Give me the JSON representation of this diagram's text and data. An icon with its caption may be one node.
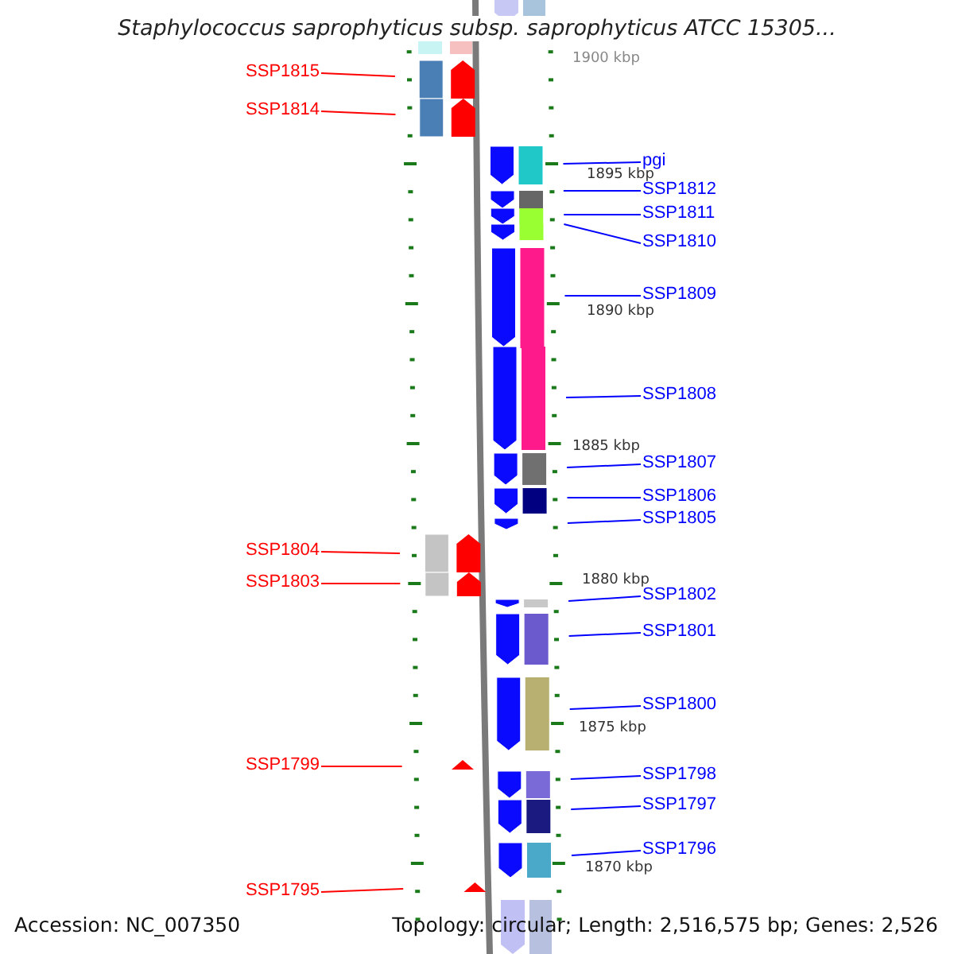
{
  "diagram": {
    "title": "Staphylococcus saprophyticus subsp. saprophyticus ATCC 15305...",
    "nodes": [
      {
        "text": [
          "SSP1815"
        ]
      },
      {
        "text": [
          "SSP1814"
        ]
      },
      {
        "text": [
          "pgi"
        ]
      },
      {
        "text": [
          "SSP1812"
        ]
      },
      {
        "text": [
          "SSP1811"
        ]
      },
      {
        "text": [
          "SSP1810"
        ]
      },
      {
        "text": [
          "SSP1809"
        ]
      },
      {
        "text": [
          "SSP1808"
        ]
      },
      {
        "text": [
          "SSP1807"
        ]
      },
      {
        "text": [
          "SSP1806"
        ]
      },
      {
        "text": [
          "SSP1805"
        ]
      },
      {
        "text": [
          "SSP1804"
        ]
      },
      {
        "text": [
          "SSP1803"
        ]
      },
      {
        "text": [
          "SSP1802"
        ]
      },
      {
        "text": [
          "SSP1801"
        ]
      },
      {
        "text": [
          "SSP1800"
        ]
      },
      {
        "text": [
          "SSP1799"
        ]
      },
      {
        "text": [
          "SSP1798"
        ]
      },
      {
        "text": [
          "SSP1797"
        ]
      },
      {
        "text": [
          "SSP1796"
        ]
      },
      {
        "text": [
          "SSP1795"
        ]
      }
    ],
    "edges": [
      {
        "from": 0,
        "to": null,
        "arrow": "none",
        "color": "#ff0000"
      },
      {
        "from": 1,
        "to": null,
        "arrow": "none",
        "color": "#ff0000"
      },
      {
        "from": 2,
        "to": null,
        "arrow": "none"
      },
      {
        "from": 3,
        "to": null,
        "arrow": "none"
      },
      {
        "from": 4,
        "to": null,
        "arrow": "none"
      },
      {
        "from": 5,
        "to": null,
        "arrow": "none"
      },
      {
        "from": 6,
        "to": null,
        "arrow": "none"
      },
      {
        "from": 7,
        "to": null,
        "arrow": "none"
      },
      {
        "from": 8,
        "to": null,
        "arrow": "none"
      },
      {
        "from": 9,
        "to": null,
        "arrow": "none"
      },
      {
        "from": 10,
        "to": null,
        "arrow": "none"
      },
      {
        "from": 11,
        "to": null,
        "arrow": "none",
        "color": "#ff0000"
      },
      {
        "from": 12,
        "to": null,
        "arrow": "none",
        "color": "#ff0000"
      },
      {
        "from": 13,
        "to": null,
        "arrow": "none"
      },
      {
        "from": 14,
        "to": null,
        "arrow": "none"
      },
      {
        "from": 15,
        "to": null,
        "arrow": "none"
      },
      {
        "from": 16,
        "to": null,
        "arrow": "none",
        "color": "#ff0000"
      },
      {
        "from": 17,
        "to": null,
        "arrow": "none"
      },
      {
        "from": 18,
        "to": null,
        "arrow": "none"
      },
      {
        "from": 19,
        "to": null,
        "arrow": "none"
      },
      {
        "from": 20,
        "to": null,
        "arrow": "none",
        "color": "#ff0000"
      }
    ],
    "labels": [
      "1900 kbp",
      "1895 kbp",
      "1890 kbp",
      "1885 kbp",
      "1880 kbp",
      "1875 kbp",
      "1870 kbp",
      "Accession: NC_007350",
      "Topology: circular; Length: 2,516,575 bp; Genes: 2,526"
    ]
  }
}
